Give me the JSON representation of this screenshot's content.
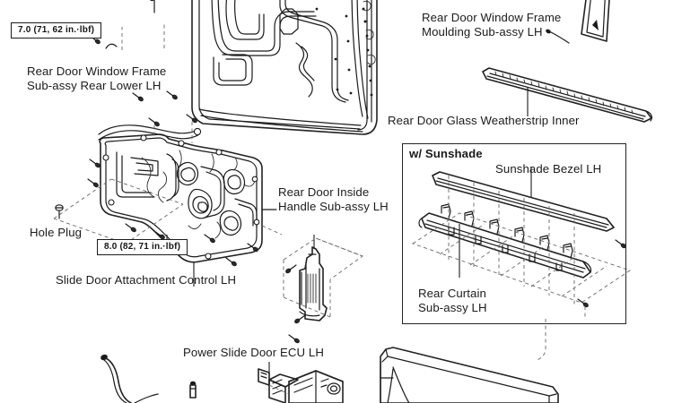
{
  "diagram": {
    "title": "Rear Door Components Exploded View",
    "type": "automotive-service-manual-exploded-view",
    "ink_color": "#1b1b1b",
    "background_color": "#ffffff"
  },
  "labels": {
    "window_frame_rear_lower": "Rear Door Window Frame\nSub-assy Rear Lower LH",
    "window_frame_moulding": "Rear Door Window Frame\nMoulding Sub-assy LH",
    "glass_weatherstrip_inner": "Rear Door Glass Weatherstrip Inner",
    "hole_plug": "Hole Plug",
    "slide_door_attachment_control": "Slide Door Attachment Control LH",
    "inside_handle": "Rear Door Inside\nHandle Sub-assy LH",
    "sunshade_bezel": "Sunshade Bezel LH",
    "rear_curtain": "Rear Curtain\nSub-assy LH",
    "power_slide_door_ecu": "Power Slide Door ECU LH"
  },
  "callout_box": {
    "heading": "w/ Sunshade"
  },
  "torque_specs": [
    {
      "id": "torque-upper-left",
      "value": "7.0 (71, 62 in.·lbf)",
      "nm": 7.0,
      "kgf_cm": 71,
      "in_lbf": 62
    },
    {
      "id": "torque-lower-left",
      "value": "8.0 (82, 71 in.·lbf)",
      "nm": 8.0,
      "kgf_cm": 82,
      "in_lbf": 71
    }
  ],
  "parts": [
    {
      "name": "rear-door-panel-shell",
      "description": "Large rear sliding door outer/inner panel shell, upper center"
    },
    {
      "name": "door-module-carrier-panel",
      "description": "Slide door attachment control module carrier with wiring and regulator, center left"
    },
    {
      "name": "window-frame-moulding",
      "description": "Narrow vertical frame moulding strip, upper right"
    },
    {
      "name": "glass-weatherstrip-inner",
      "description": "Long thin weatherstrip bar, upper right"
    },
    {
      "name": "sunshade-bezel",
      "description": "Long narrow bezel rail inside sunshade callout box"
    },
    {
      "name": "rear-curtain-assembly",
      "description": "Rear curtain roller bar with mounting clips inside sunshade callout box"
    },
    {
      "name": "inside-handle-assembly",
      "description": "Rear door inside handle body, center"
    },
    {
      "name": "power-slide-door-ecu",
      "description": "ECU box with connectors, bottom center"
    },
    {
      "name": "door-trim-panel",
      "description": "Large door trim board, bottom right"
    },
    {
      "name": "door-cable",
      "description": "Curved cable run, bottom left"
    }
  ]
}
